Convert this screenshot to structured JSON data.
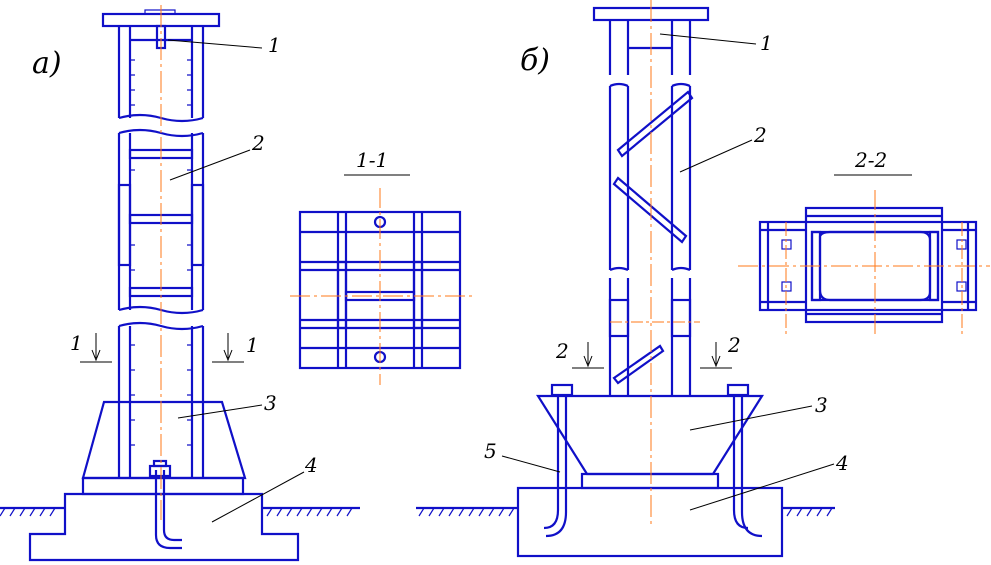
{
  "variants": {
    "a": "а)",
    "b": "б)"
  },
  "labels": {
    "a1": "1",
    "a2": "2",
    "a3": "3",
    "a4": "4",
    "b1": "1",
    "b2": "2",
    "b3": "3",
    "b4": "4",
    "b5": "5"
  },
  "cuts": {
    "a_left": "1",
    "a_right": "1",
    "b_left": "2",
    "b_right": "2"
  },
  "sections": {
    "s1": "1-1",
    "s2": "2-2"
  },
  "colors": {
    "lines": "#1010c8",
    "axes": "#ff7a1a",
    "leaders": "#000000"
  }
}
